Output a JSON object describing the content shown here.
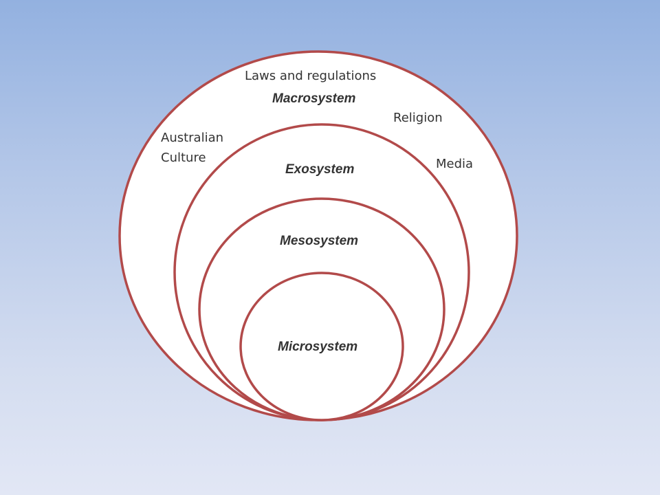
{
  "systems": {
    "macro": "Macrosystem",
    "exo": "Exosystem",
    "meso": "Mesosystem",
    "micro": "Microsystem"
  },
  "influences": {
    "laws": "Laws and regulations",
    "religion": "Religion",
    "culture_line1": "Australian",
    "culture_line2": "Culture",
    "media": "Media"
  },
  "colors": {
    "ring_stroke": "#b24a4a",
    "ring_fill": "#ffffff",
    "text": "#333333",
    "background_top": "#93b1e0",
    "background_bottom": "#e2e7f5"
  }
}
